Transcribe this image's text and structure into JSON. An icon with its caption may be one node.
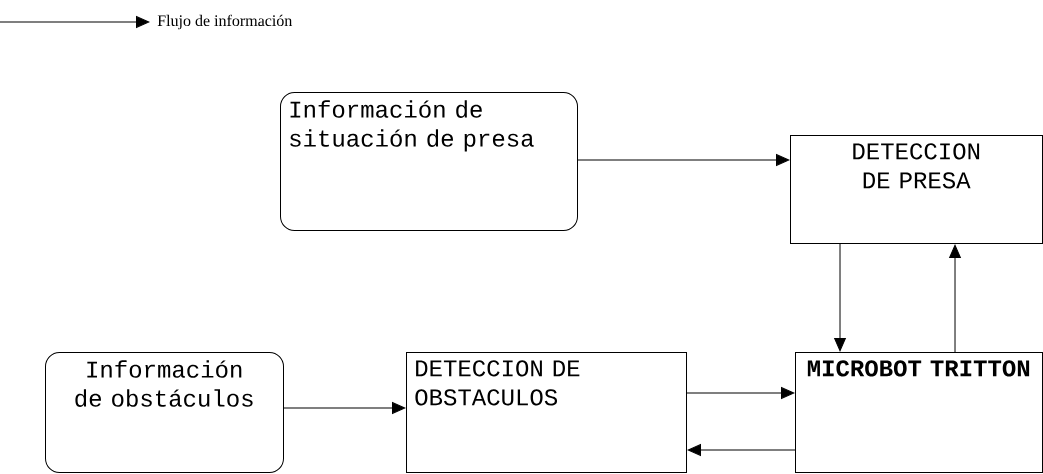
{
  "diagram": {
    "nodes": [
      {
        "text": [
          "Información de situación de presa"
        ]
      },
      {
        "text": [
          "DETECCION DE PRESA"
        ]
      },
      {
        "text": [
          "Información de obstáculos"
        ]
      },
      {
        "text": [
          "DETECCION DE OBSTACULOS"
        ]
      },
      {
        "text": [
          "MICROBOT TRITTON"
        ]
      }
    ],
    "edges": [
      {
        "from": 0,
        "to": 1,
        "arrow": "to"
      },
      {
        "from": 1,
        "to": 4,
        "arrow": "to"
      },
      {
        "from": 4,
        "to": 1,
        "arrow": "to"
      },
      {
        "from": 2,
        "to": 3,
        "arrow": "to"
      },
      {
        "from": 3,
        "to": 4,
        "arrow": "to"
      },
      {
        "from": 4,
        "to": 3,
        "arrow": "to"
      }
    ],
    "legend": [
      {
        "text": "Flujo de información"
      }
    ]
  }
}
